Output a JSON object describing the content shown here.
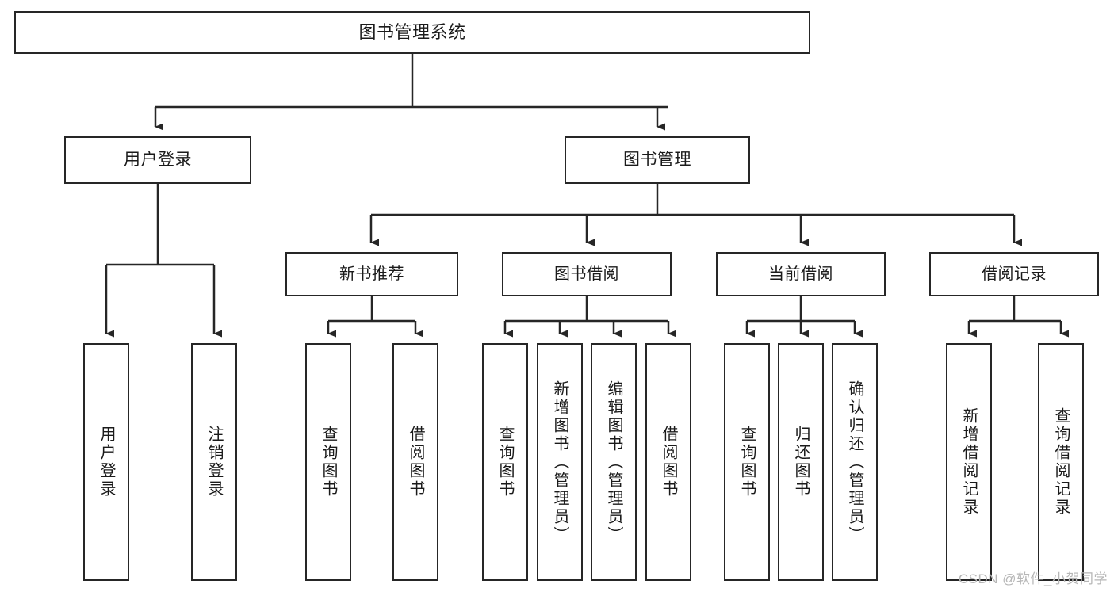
{
  "diagram": {
    "title": "图书管理系统",
    "watermark": "CSDN @软件_小贺同学",
    "stroke_color": "#262626",
    "background_color": "#ffffff",
    "text_color": "#1a1a1a",
    "watermark_color": "#b6b6b6",
    "nodes": {
      "root": {
        "label": "图书管理系统"
      },
      "level1": [
        {
          "label": "用户登录"
        },
        {
          "label": "图书管理"
        }
      ],
      "level2": [
        {
          "label": "新书推荐"
        },
        {
          "label": "图书借阅"
        },
        {
          "label": "当前借阅"
        },
        {
          "label": "借阅记录"
        }
      ],
      "leaves": {
        "user_login": [
          {
            "label": "用户登录"
          },
          {
            "label": "注销登录"
          }
        ],
        "new_book_recommend": [
          {
            "label": "查询图书"
          },
          {
            "label": "借阅图书"
          }
        ],
        "book_borrow": [
          {
            "label": "查询图书"
          },
          {
            "label": "新增图书（管理员）"
          },
          {
            "label": "编辑图书（管理员）"
          },
          {
            "label": "借阅图书"
          }
        ],
        "current_borrow": [
          {
            "label": "查询图书"
          },
          {
            "label": "归还图书"
          },
          {
            "label": "确认归还（管理员）"
          }
        ],
        "borrow_record": [
          {
            "label": "新增借阅记录"
          },
          {
            "label": "查询借阅记录"
          }
        ]
      }
    }
  }
}
